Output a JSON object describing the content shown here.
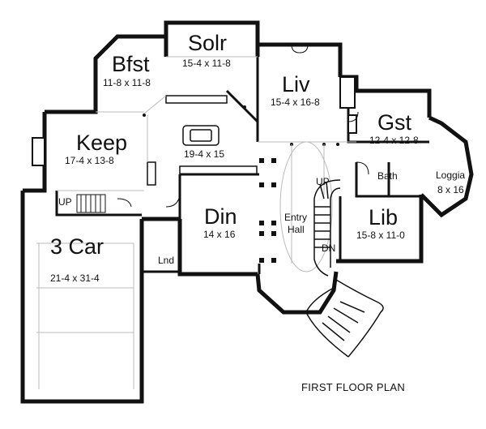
{
  "plan": {
    "title": "FIRST FLOOR PLAN",
    "rooms": {
      "bfst": {
        "name": "Bfst",
        "dims": "11-8 x 11-8"
      },
      "solr": {
        "name": "Solr",
        "dims": "15-4 x 11-8"
      },
      "liv": {
        "name": "Liv",
        "dims": "15-4 x 16-8"
      },
      "gst": {
        "name": "Gst",
        "dims": "12-4 x 12-8"
      },
      "keep": {
        "name": "Keep",
        "dims": "17-4 x 13-8"
      },
      "kitchen": {
        "dims": "19-4 x 15"
      },
      "bath": {
        "name": "Bath"
      },
      "loggia": {
        "name": "Loggia",
        "dims": "8 x 16"
      },
      "din": {
        "name": "Din",
        "dims": "14 x 16"
      },
      "lib": {
        "name": "Lib",
        "dims": "15-8 x 11-0"
      },
      "car": {
        "name": "3 Car",
        "dims": "21-4 x 31-4"
      },
      "lnd": {
        "name": "Lnd"
      },
      "entry": {
        "line1": "Entry",
        "line2": "Hall"
      }
    },
    "stairs": {
      "up_main": "UP",
      "up_garage": "UP",
      "down": "DN"
    }
  }
}
